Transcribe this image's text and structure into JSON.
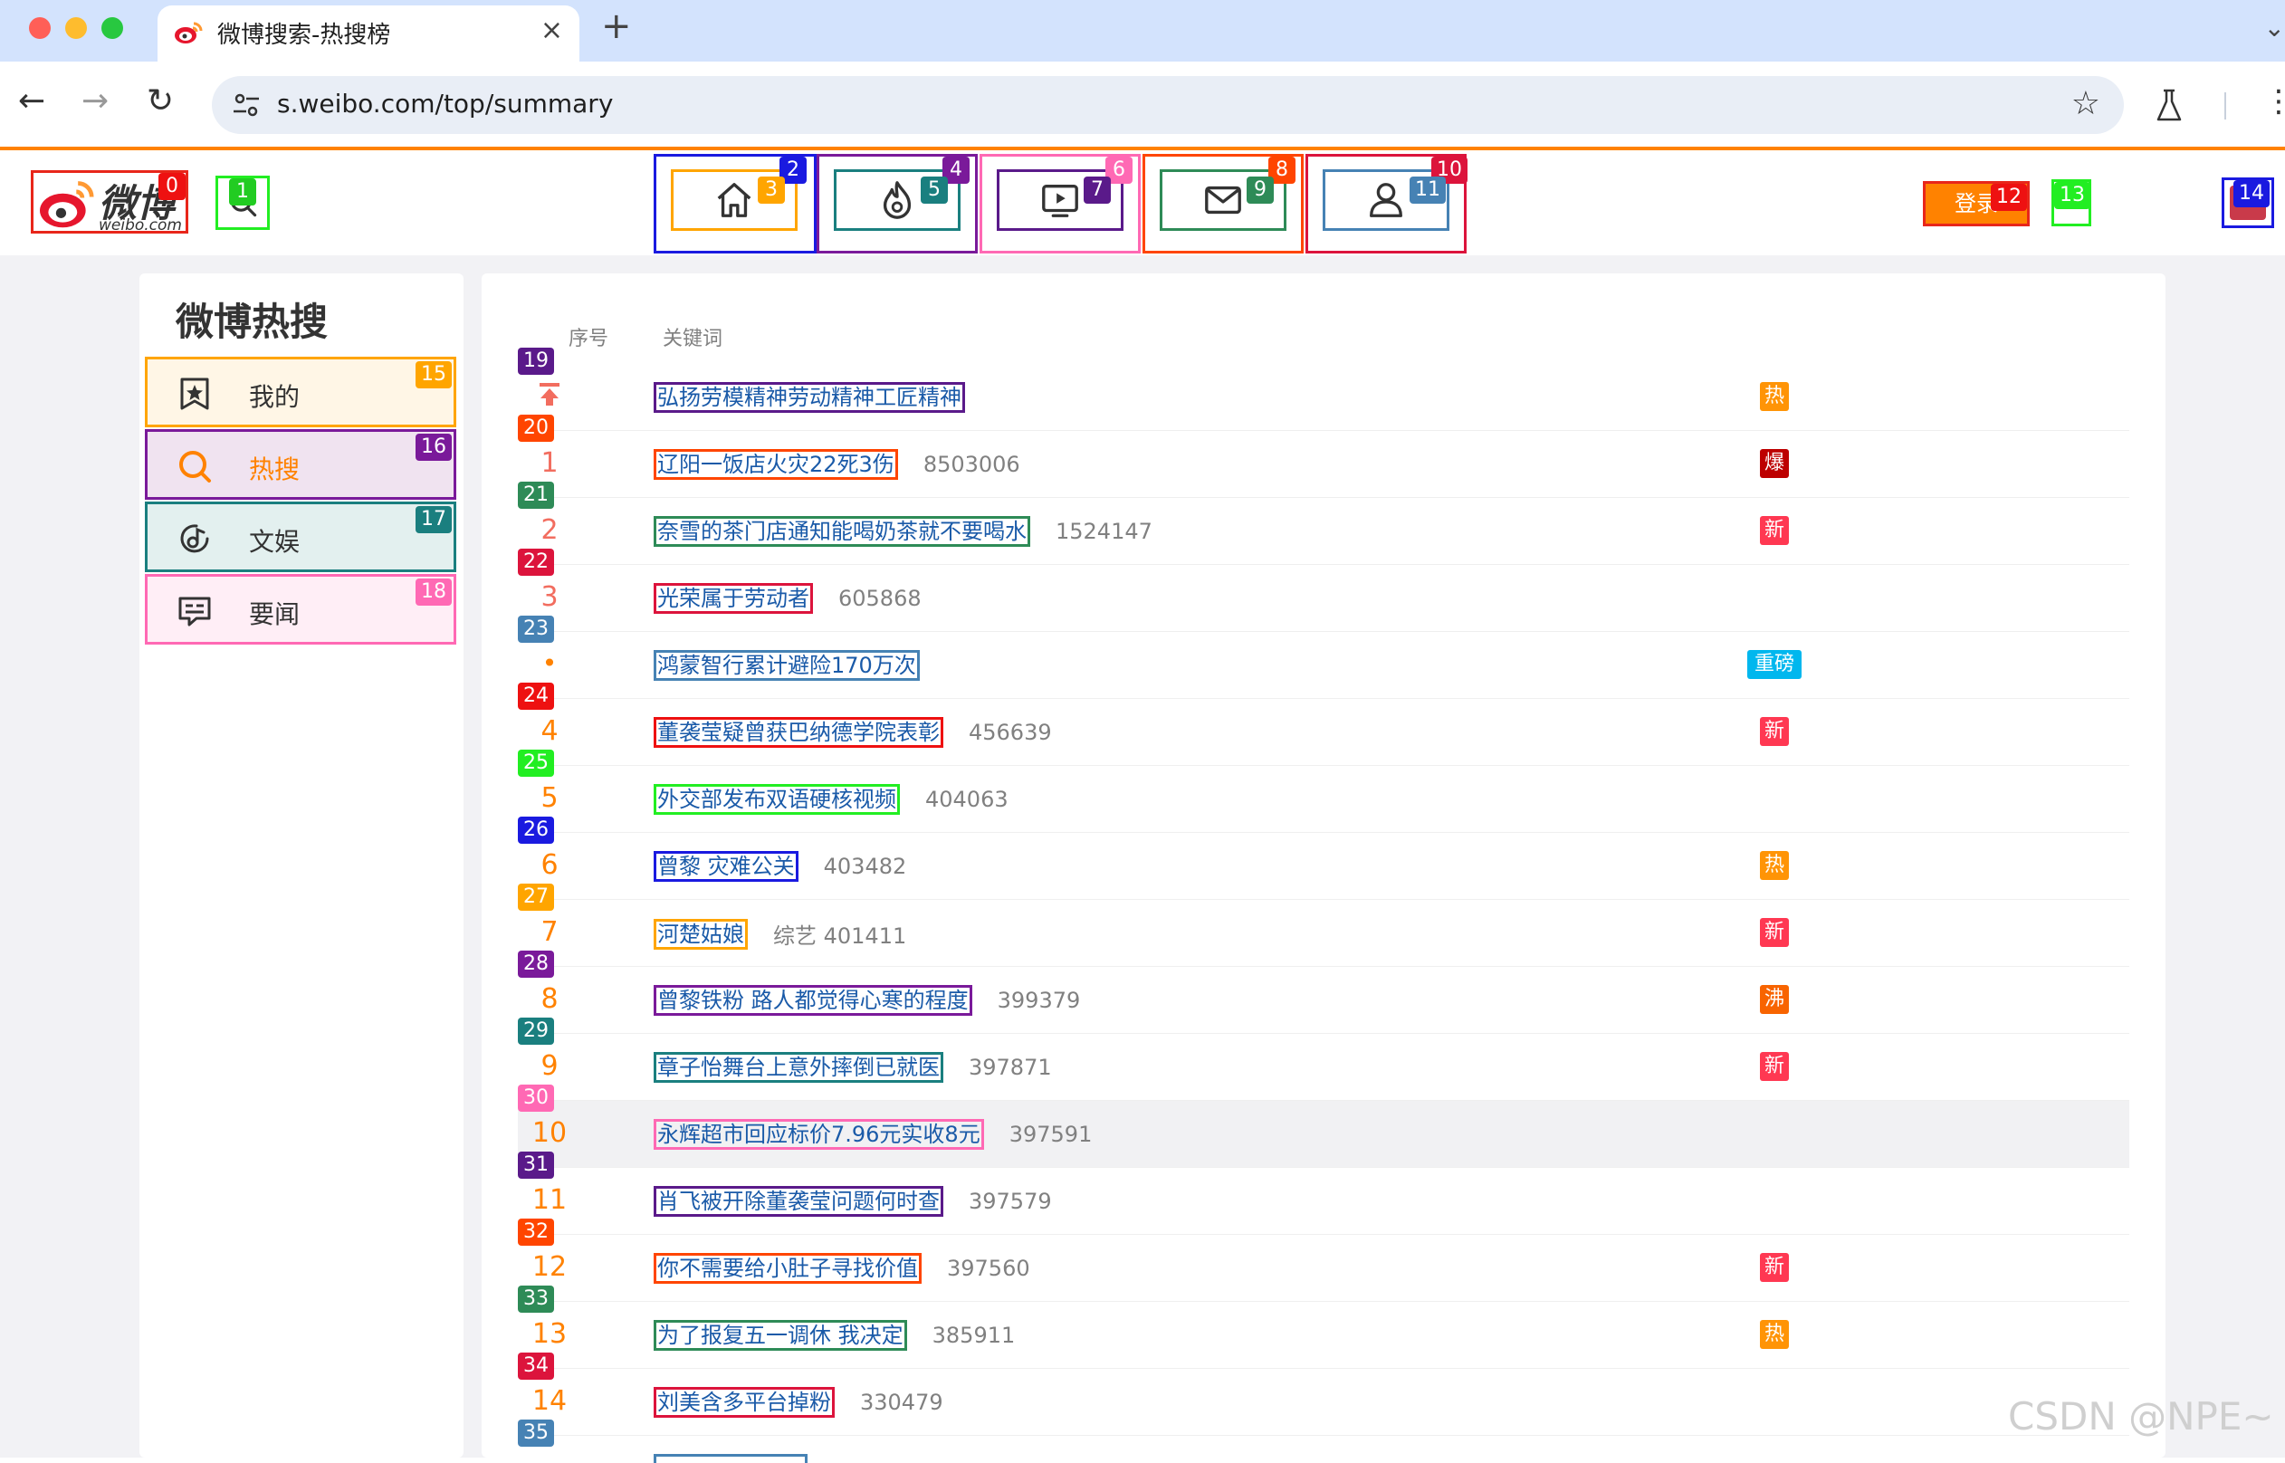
{
  "browser": {
    "tab_title": "微博搜索-热搜榜",
    "url": "s.weibo.com/top/summary",
    "close_glyph": "×",
    "new_tab_glyph": "+",
    "back_glyph": "←",
    "forward_glyph": "→",
    "reload_glyph": "↻",
    "star_glyph": "☆",
    "more_glyph": "⋮",
    "menu_glyph": "⌄"
  },
  "header": {
    "logo_text": "微博",
    "logo_sub": "weibo.com",
    "login_label": "登录",
    "nav_icons": [
      "home-icon",
      "hot-fire-icon",
      "video-icon",
      "message-icon",
      "profile-icon"
    ]
  },
  "badges": {
    "b0": "0",
    "b1": "1",
    "b2": "2",
    "b3": "3",
    "b4": "4",
    "b5": "5",
    "b6": "6",
    "b7": "7",
    "b8": "8",
    "b9": "9",
    "b10": "10",
    "b11": "11",
    "b12": "12",
    "b13": "13",
    "b14": "14",
    "b15": "15",
    "b16": "16",
    "b17": "17",
    "b18": "18"
  },
  "sidebar": {
    "title": "微博热搜",
    "items": [
      {
        "label": "我的",
        "icon": "bookmark-star-icon"
      },
      {
        "label": "热搜",
        "icon": "search-icon"
      },
      {
        "label": "文娱",
        "icon": "music-disc-icon"
      },
      {
        "label": "要闻",
        "icon": "news-message-icon"
      }
    ]
  },
  "table": {
    "col_rank": "序号",
    "col_keyword": "关键词",
    "rows": [
      {
        "rank": "",
        "rank_type": "pin",
        "badge": "19",
        "keyword": "弘扬劳模精神劳动精神工匠精神",
        "num": "",
        "tag": "热",
        "tag_type": "hot"
      },
      {
        "rank": "1",
        "rank_type": "top",
        "badge": "20",
        "keyword": "辽阳一饭店火灾22死3伤",
        "num": "8503006",
        "tag": "爆",
        "tag_type": "boom"
      },
      {
        "rank": "2",
        "rank_type": "top",
        "badge": "21",
        "keyword": "奈雪的茶门店通知能喝奶茶就不要喝水",
        "num": "1524147",
        "tag": "新",
        "tag_type": "new"
      },
      {
        "rank": "3",
        "rank_type": "top",
        "badge": "22",
        "keyword": "光荣属于劳动者",
        "num": "605868",
        "tag": "",
        "tag_type": ""
      },
      {
        "rank": "•",
        "rank_type": "dot",
        "badge": "23",
        "keyword": "鸿蒙智行累计避险170万次",
        "num": "",
        "tag": "重磅",
        "tag_type": "major"
      },
      {
        "rank": "4",
        "rank_type": "normal",
        "badge": "24",
        "keyword": "董袭莹疑曾获巴纳德学院表彰",
        "num": "456639",
        "tag": "新",
        "tag_type": "new"
      },
      {
        "rank": "5",
        "rank_type": "normal",
        "badge": "25",
        "keyword": "外交部发布双语硬核视频",
        "num": "404063",
        "tag": "",
        "tag_type": ""
      },
      {
        "rank": "6",
        "rank_type": "normal",
        "badge": "26",
        "keyword": "曾黎 灾难公关",
        "num": "403482",
        "tag": "热",
        "tag_type": "hot"
      },
      {
        "rank": "7",
        "rank_type": "normal",
        "badge": "27",
        "keyword": "河楚姑娘",
        "num": "综艺 401411",
        "tag": "新",
        "tag_type": "new"
      },
      {
        "rank": "8",
        "rank_type": "normal",
        "badge": "28",
        "keyword": "曾黎铁粉 路人都觉得心寒的程度",
        "num": "399379",
        "tag": "沸",
        "tag_type": "boil"
      },
      {
        "rank": "9",
        "rank_type": "normal",
        "badge": "29",
        "keyword": "章子怡舞台上意外摔倒已就医",
        "num": "397871",
        "tag": "新",
        "tag_type": "new"
      },
      {
        "rank": "10",
        "rank_type": "normal",
        "badge": "30",
        "keyword": "永辉超市回应标价7.96元实收8元",
        "num": "397591",
        "tag": "",
        "tag_type": ""
      },
      {
        "rank": "11",
        "rank_type": "normal",
        "badge": "31",
        "keyword": "肖飞被开除董袭莹问题何时查",
        "num": "397579",
        "tag": "",
        "tag_type": ""
      },
      {
        "rank": "12",
        "rank_type": "normal",
        "badge": "32",
        "keyword": "你不需要给小肚子寻找价值",
        "num": "397560",
        "tag": "新",
        "tag_type": "new"
      },
      {
        "rank": "13",
        "rank_type": "normal",
        "badge": "33",
        "keyword": "为了报复五一调休 我决定",
        "num": "385911",
        "tag": "热",
        "tag_type": "hot"
      },
      {
        "rank": "14",
        "rank_type": "normal",
        "badge": "34",
        "keyword": "刘美含多平台掉粉",
        "num": "330479",
        "tag": "",
        "tag_type": ""
      },
      {
        "rank": "",
        "rank_type": "partial",
        "badge": "35",
        "keyword": "",
        "num": "",
        "tag": "",
        "tag_type": ""
      }
    ]
  },
  "colors": {
    "weibo_orange": "#ff8200",
    "tag_hot": "#ff9406",
    "tag_boom": "#bd0000",
    "tag_new": "#ff3852",
    "tag_boil": "#f86400",
    "tag_major": "#00b7ee"
  },
  "watermark": "CSDN @NPE~"
}
